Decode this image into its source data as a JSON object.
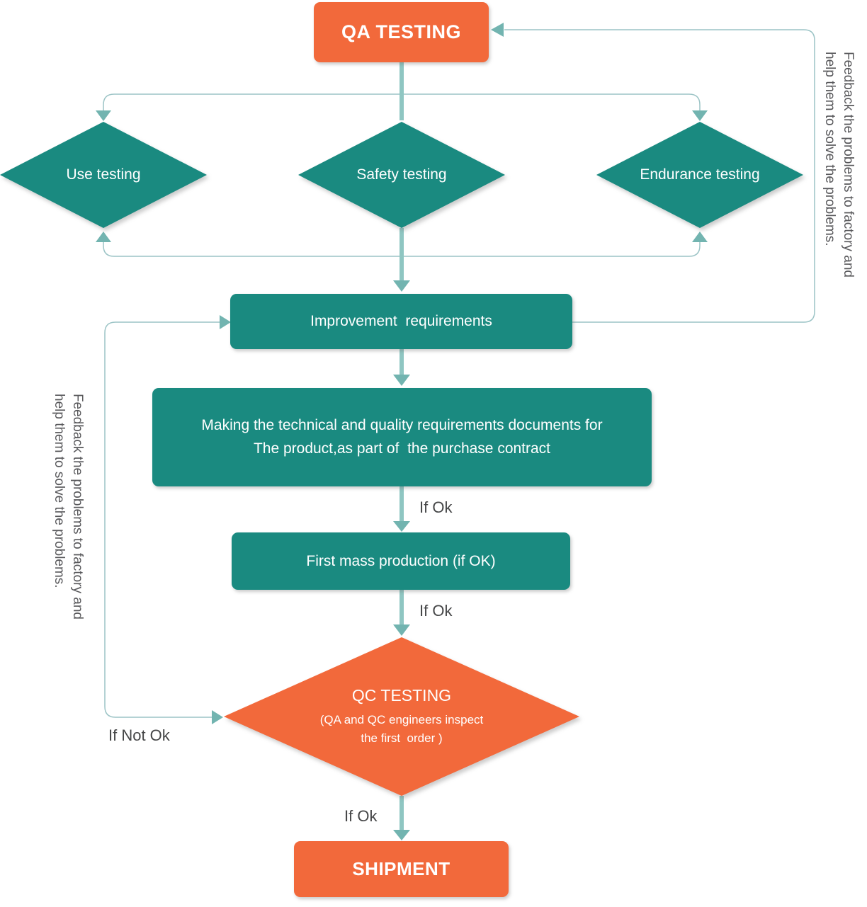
{
  "colors": {
    "orange": "#F2693B",
    "teal": "#1A8A80",
    "arrow": "#8FC6C2",
    "arrowhead": "#72B4B0",
    "line": "#9CC4C6",
    "label": "#454647",
    "note": "#58585B",
    "node-text": "#FFFFFF"
  },
  "nodes": {
    "qa": {
      "label": "QA TESTING"
    },
    "use": {
      "label": "Use testing"
    },
    "safety": {
      "label": "Safety testing"
    },
    "endurance": {
      "label": "Endurance testing"
    },
    "improvement": {
      "label": "Improvement  requirements"
    },
    "docs": {
      "label": "Making the technical and quality requirements documents for\nThe product,as part of  the purchase contract"
    },
    "first_mass": {
      "label": "First mass production (if OK)"
    },
    "qc": {
      "title": "QC TESTING",
      "subtitle": "(QA and QC engineers inspect\nthe first  order )"
    },
    "shipment": {
      "label": "SHIPMENT"
    }
  },
  "edge_labels": {
    "if_ok_docs": "If Ok",
    "if_ok_production": "If Ok",
    "if_ok_shipment": "If Ok",
    "if_not_ok": "If Not Ok"
  },
  "notes": {
    "right": "Feedback the problems to factory and\nhelp them to solve the problems.",
    "left": "Feedback the problems to factory and\nhelp them to solve the problems."
  }
}
